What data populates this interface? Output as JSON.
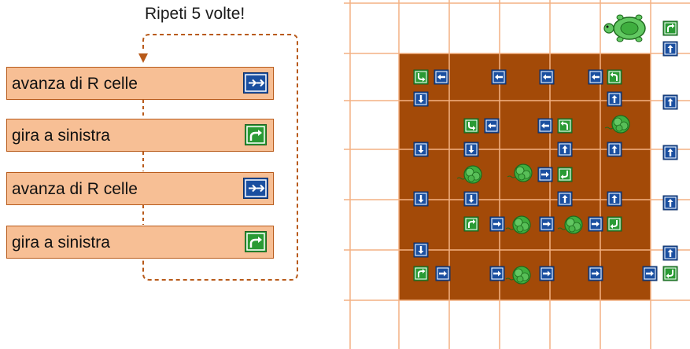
{
  "program": {
    "loop_label": "Ripeti 5 volte!",
    "blocks": [
      {
        "label": "avanza di R celle",
        "icon": "forward-arrows-icon"
      },
      {
        "label": "gira a sinistra",
        "icon": "turn-left-icon"
      },
      {
        "label": "avanza di R celle",
        "icon": "forward-arrows-icon"
      },
      {
        "label": "gira a sinistra",
        "icon": "turn-left-icon"
      }
    ]
  },
  "board": {
    "description_colors": {
      "soil": "#a34a08",
      "grid_line": "#f4b183",
      "sign_blue": "#1a4fa0",
      "sign_green": "#2a9a34"
    },
    "turtle": {
      "col": 5,
      "row": 0
    }
  }
}
